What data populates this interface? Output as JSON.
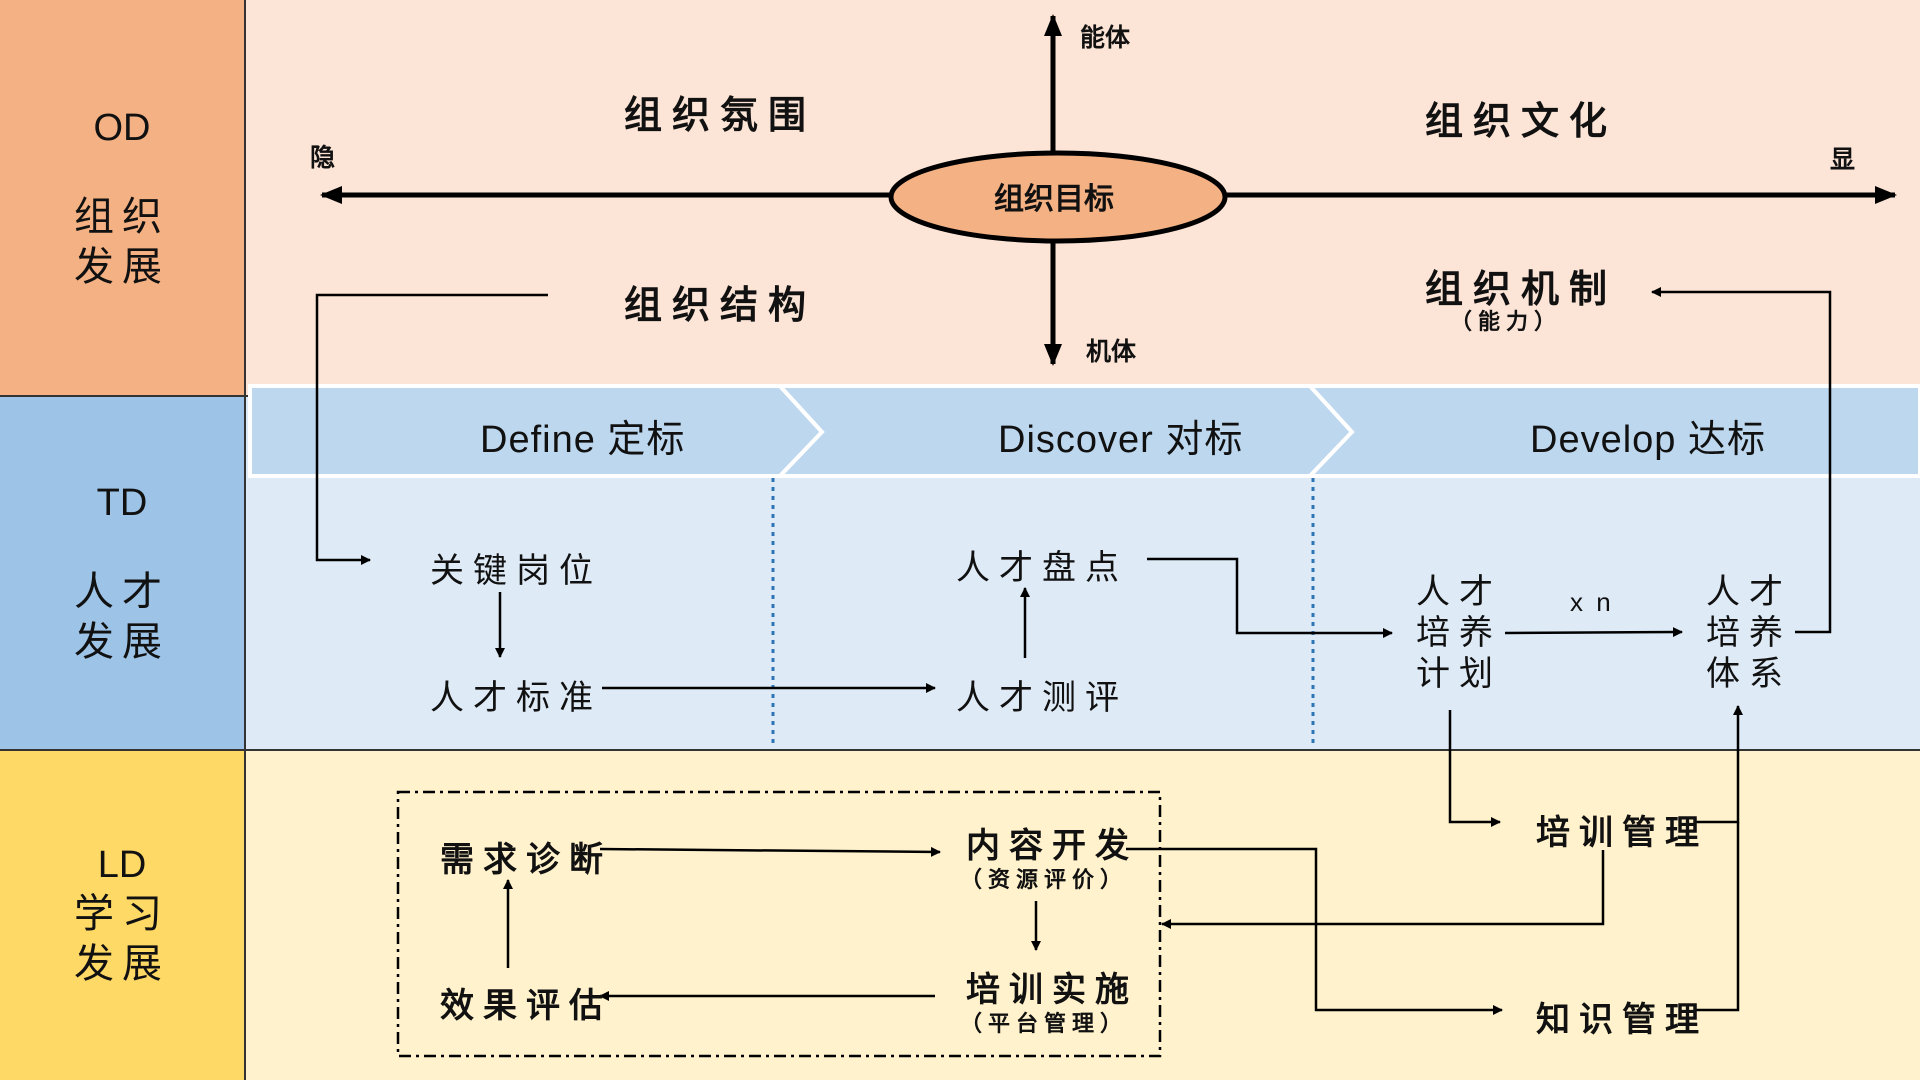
{
  "sections": {
    "od": {
      "code": "OD",
      "title_line1": "组织",
      "title_line2": "发展"
    },
    "td": {
      "code": "TD",
      "title_line1": "人才",
      "title_line2": "发展"
    },
    "ld": {
      "code": "LD",
      "title_line1": "学习",
      "title_line2": "发展"
    }
  },
  "od": {
    "center": "组织目标",
    "axis_top": "能体",
    "axis_bottom": "机体",
    "axis_left": "隐",
    "axis_right": "显",
    "quadrant_top_left": "组织氛围",
    "quadrant_top_right": "组织文化",
    "quadrant_bottom_left": "组织结构",
    "quadrant_bottom_right": "组织机制",
    "quadrant_bottom_right_note": "（能力）"
  },
  "td": {
    "phases": [
      "Define 定标",
      "Discover 对标",
      "Develop 达标"
    ],
    "key_positions": "关键岗位",
    "talent_standard": "人才标准",
    "talent_review": "人才盘点",
    "talent_assessment": "人才测评",
    "training_plan": "人才\n培养\n计划",
    "training_system": "人才\n培养\n体系",
    "repeat_label": "x n"
  },
  "ld": {
    "needs_diagnosis": "需求诊断",
    "content_dev": "内容开发",
    "content_dev_note": "（资源评价）",
    "training_impl": "培训实施",
    "training_impl_note": "（平台管理）",
    "effect_eval": "效果评估",
    "training_mgmt": "培训管理",
    "knowledge_mgmt": "知识管理"
  },
  "colors": {
    "od_band": "#fce4d6",
    "od_side": "#f4b183",
    "td_band": "#deebf7",
    "td_side": "#9dc3e6",
    "ld_band": "#fff2cc",
    "ld_side": "#ffd966",
    "chevron": "#bdd7ee",
    "ellipse": "#f4b183",
    "divider": "#2e75b6"
  }
}
